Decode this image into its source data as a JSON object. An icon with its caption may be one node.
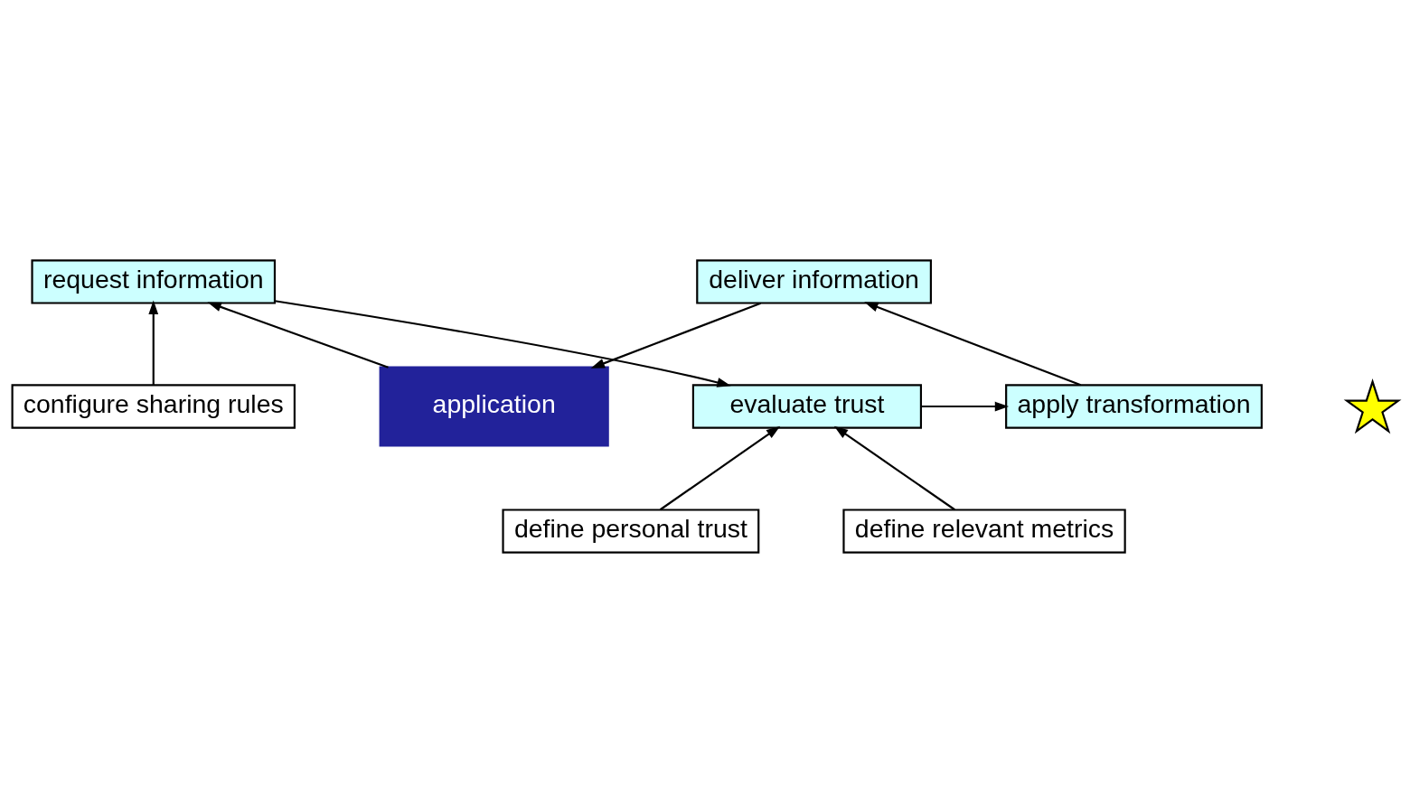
{
  "diagram": {
    "nodes": [
      {
        "text": [
          "application"
        ]
      },
      {
        "text": [
          "configure sharing rules"
        ]
      },
      {
        "text": [
          "deliver information"
        ]
      },
      {
        "text": [
          "request information"
        ]
      },
      {
        "text": [
          "apply transformation"
        ]
      },
      {
        "text": [
          "evaluate trust"
        ]
      },
      {
        "text": [
          "define personal trust"
        ]
      },
      {
        "text": [
          "define relevant metrics"
        ]
      },
      {
        "text": [],
        "shape": "star"
      }
    ],
    "edges": [
      {
        "from": 2,
        "to": 0,
        "arrow": "to"
      },
      {
        "from": 0,
        "to": 3,
        "arrow": "to"
      },
      {
        "from": 1,
        "to": 3,
        "arrow": "to"
      },
      {
        "from": 3,
        "to": 5,
        "arrow": "to"
      },
      {
        "from": 5,
        "to": 4,
        "arrow": "to"
      },
      {
        "from": 4,
        "to": 2,
        "arrow": "to"
      },
      {
        "from": 6,
        "to": 5,
        "arrow": "to"
      },
      {
        "from": 7,
        "to": 5,
        "arrow": "to"
      }
    ]
  }
}
